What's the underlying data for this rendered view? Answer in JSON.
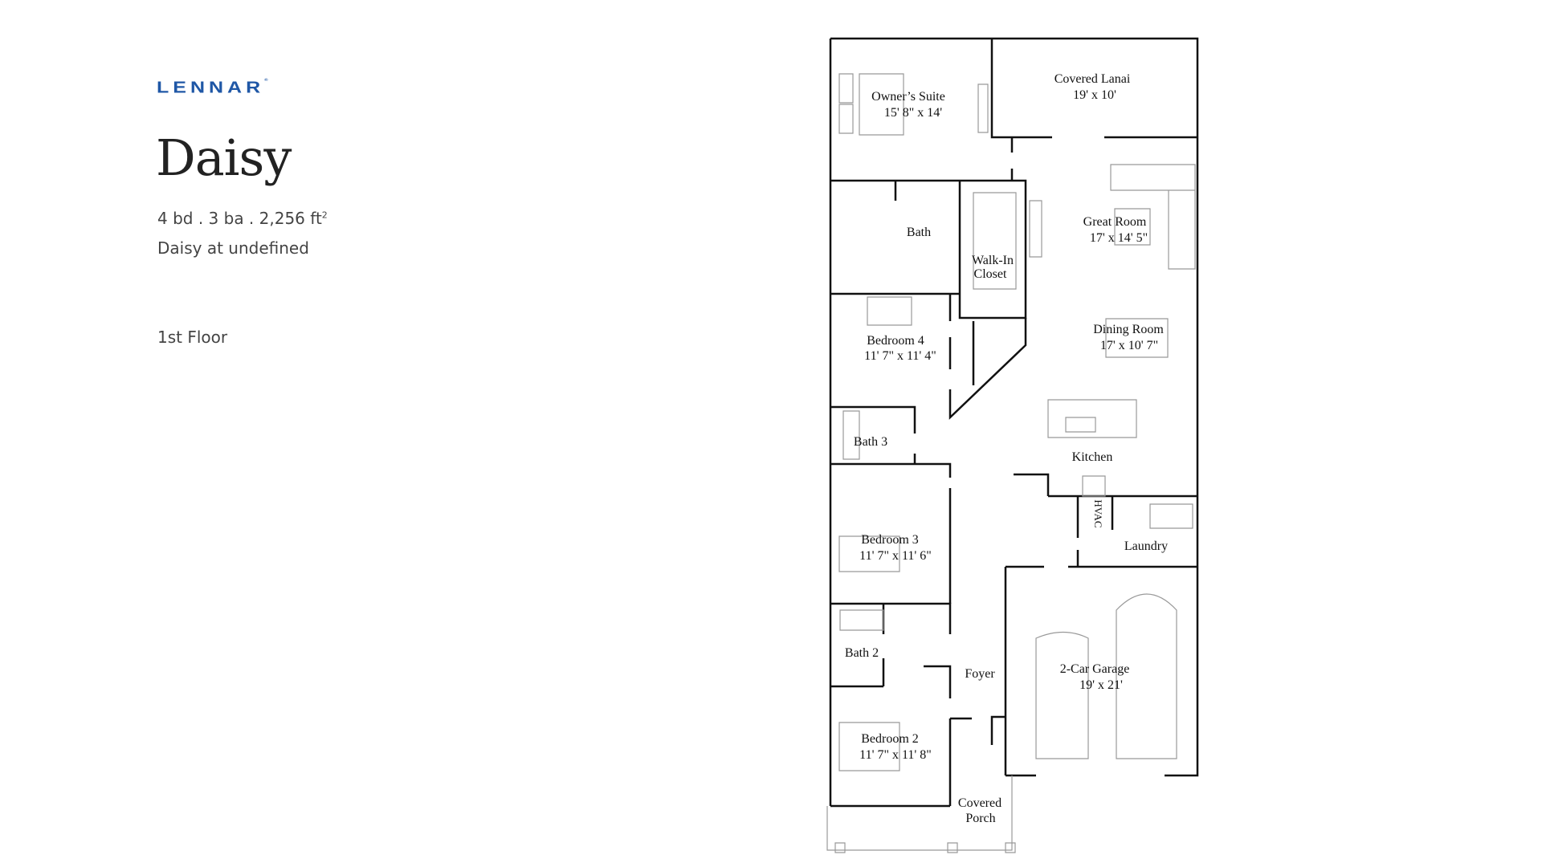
{
  "brand": {
    "logo": "LENNAR",
    "logo_mark": "®",
    "color": "#1f57a6"
  },
  "plan": {
    "name": "Daisy",
    "specs": "4 bd . 3 ba . 2,256 ft",
    "specs_unit_sup": "2",
    "community": "Daisy at undefined",
    "floor": "1st Floor"
  },
  "rooms": [
    {
      "name": "Owner’s Suite",
      "size": "15' 8\" x 14'"
    },
    {
      "name": "Covered Lanai",
      "size": "19' x 10'"
    },
    {
      "name": "Bath",
      "size": ""
    },
    {
      "name": "Walk-In",
      "size": "Closet"
    },
    {
      "name": "Great Room",
      "size": "17' x 14' 5\""
    },
    {
      "name": "Dining Room",
      "size": "17' x 10' 7\""
    },
    {
      "name": "Bedroom 4",
      "size": "11' 7\" x 11' 4\""
    },
    {
      "name": "Bath 3",
      "size": ""
    },
    {
      "name": "Kitchen",
      "size": ""
    },
    {
      "name": "HVAC",
      "size": ""
    },
    {
      "name": "Laundry",
      "size": ""
    },
    {
      "name": "Bedroom 3",
      "size": "11' 7\" x 11' 6\""
    },
    {
      "name": "Bath 2",
      "size": ""
    },
    {
      "name": "Foyer",
      "size": ""
    },
    {
      "name": "2-Car Garage",
      "size": "19' x 21'"
    },
    {
      "name": "Bedroom 2",
      "size": "11' 7\" x 11' 8\""
    },
    {
      "name": "Covered",
      "size": "Porch"
    }
  ]
}
